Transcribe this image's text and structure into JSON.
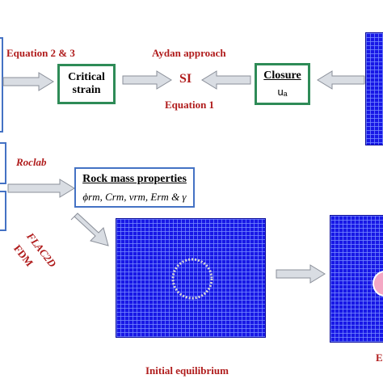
{
  "labels": {
    "eq23": "Equation 2 & 3",
    "aydan": "Aydan approach",
    "eq1": "Equation 1",
    "roclab": "Roclab",
    "flac": "FLAC2D",
    "fdm": "FDM",
    "si": "SI",
    "initial_eq": "Initial equilibrium",
    "e_partial": "E"
  },
  "boxes": {
    "critical_l1": "Critical",
    "critical_l2": "strain",
    "closure_title": "Closure",
    "closure_value": "uₐ",
    "rock_title": "Rock mass properties",
    "rock_params": "ϕrm, Crm, νrm, Erm & γ"
  },
  "colors": {
    "label_red": "#b01c1c",
    "critical_border": "#2e8b57",
    "closure_border": "#2e8b57",
    "rock_border": "#4472c4",
    "mesh_blue": "#1818e6",
    "arrow_fill": "#d9dde3",
    "ring": "#d8d8d8",
    "pink": "#f4a7c4"
  }
}
